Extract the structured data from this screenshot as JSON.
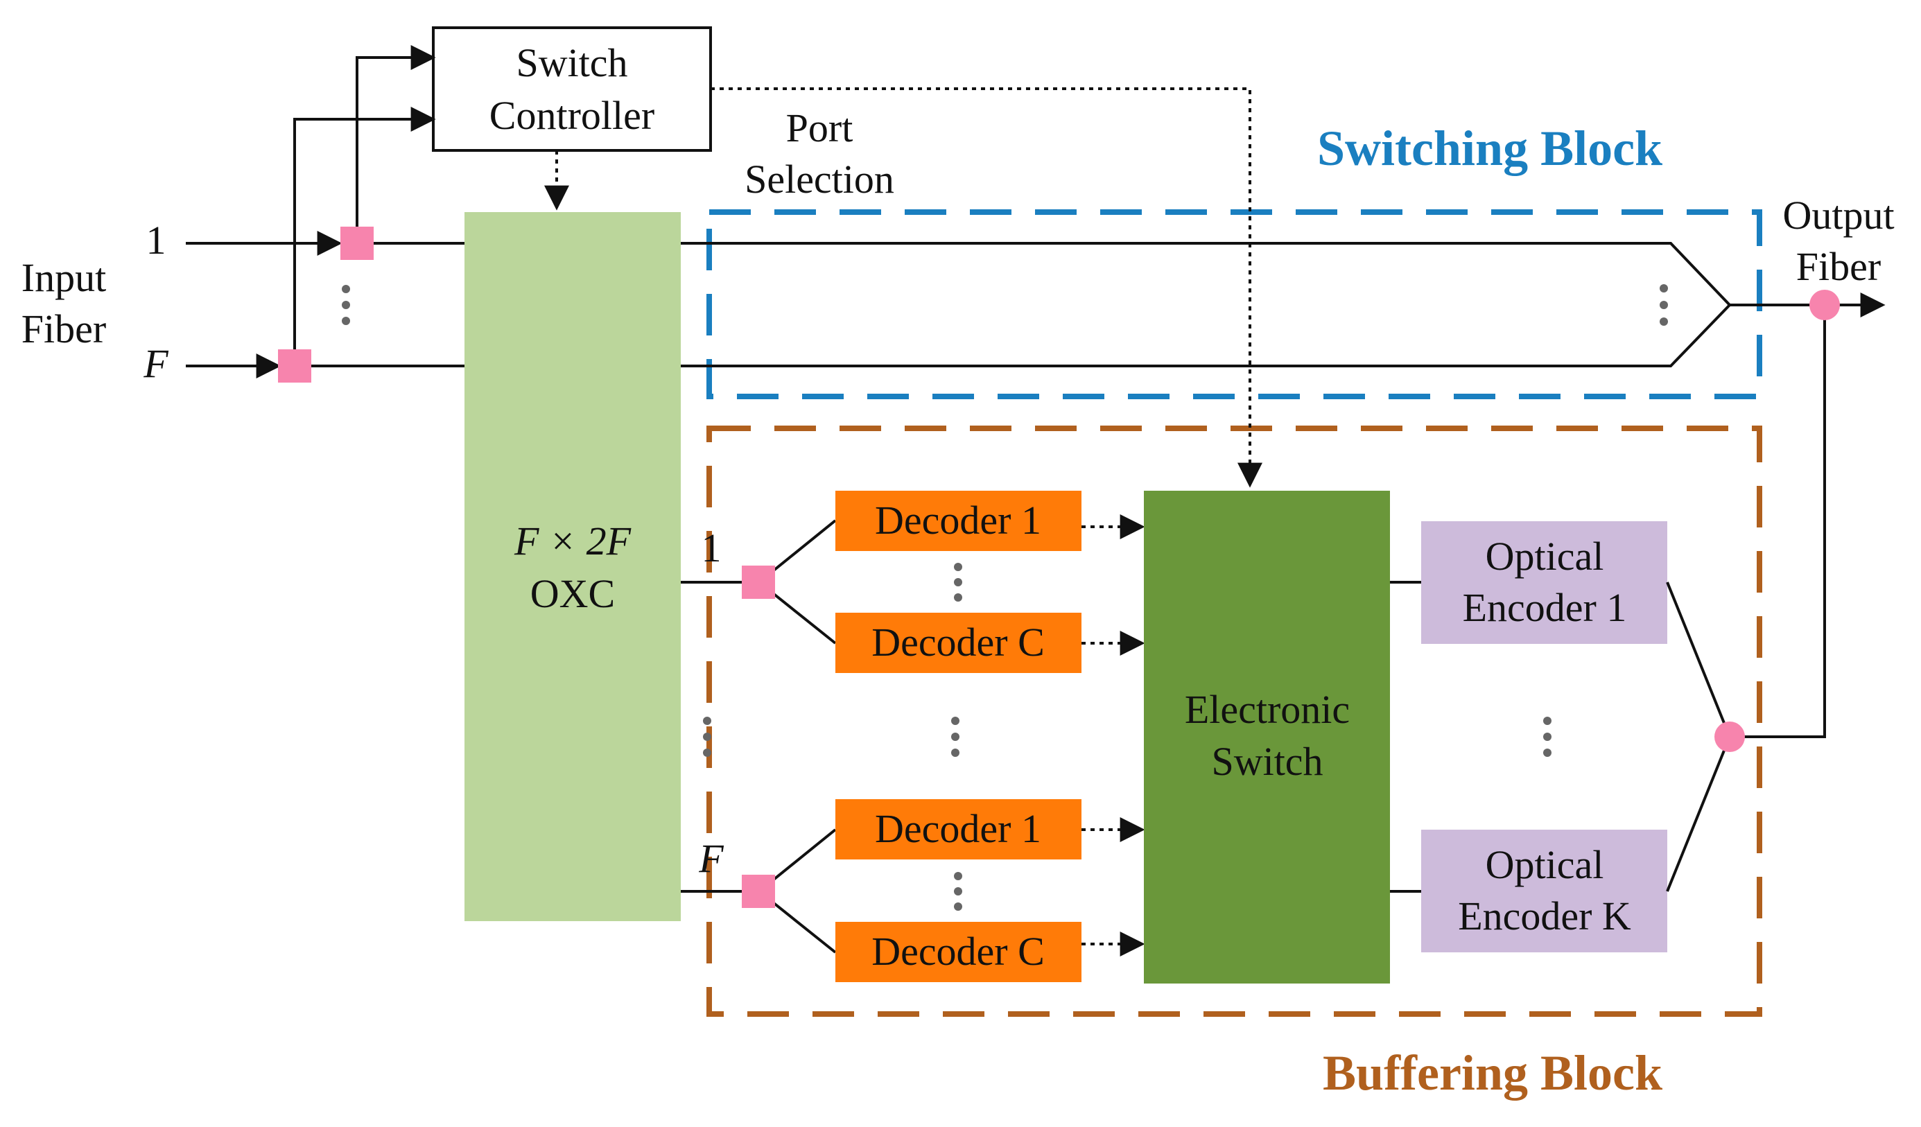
{
  "colors": {
    "switching_block": "#1a7fc0",
    "buffering_block": "#b0601e",
    "oxc_fill": "#bbd69b",
    "decoder_fill": "#ff7b08",
    "electronic_switch_fill": "#6a973a",
    "encoder_fill": "#cdbbdb",
    "coupler_pink": "#f784ad",
    "line": "#111111"
  },
  "labels": {
    "switch_controller_line1": "Switch",
    "switch_controller_line2": "Controller",
    "port_selection_line1": "Port",
    "port_selection_line2": "Selection",
    "switching_block": "Switching Block",
    "buffering_block": "Buffering Block",
    "input_fiber_line1": "Input",
    "input_fiber_line2": "Fiber",
    "output_fiber_line1": "Output",
    "output_fiber_line2": "Fiber",
    "input_1": "1",
    "input_F": "F",
    "oxc_line1": "F × 2F",
    "oxc_line2": "OXC",
    "oxc_out_1": "1",
    "oxc_out_F": "F",
    "electronic_switch_line1": "Electronic",
    "electronic_switch_line2": "Switch"
  },
  "decoders": [
    {
      "label": "Decoder 1"
    },
    {
      "label": "Decoder C"
    },
    {
      "label": "Decoder 1"
    },
    {
      "label": "Decoder C"
    }
  ],
  "encoders": [
    {
      "line1": "Optical",
      "line2": "Encoder 1"
    },
    {
      "line1": "Optical",
      "line2": "Encoder K"
    }
  ]
}
